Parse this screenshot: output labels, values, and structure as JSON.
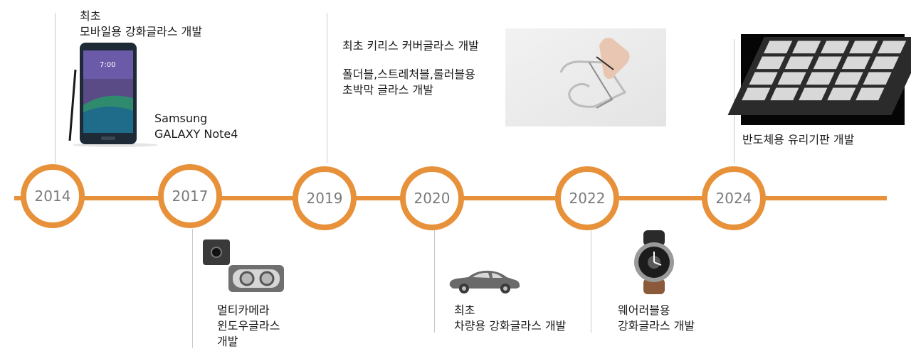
{
  "colors": {
    "accent": "#e8913b",
    "year_text": "#7a7a7a",
    "connector": "#c9c9c9"
  },
  "milestones": [
    {
      "year": "2014",
      "lines": [
        "최초",
        "모바일용 강화글라스 개발"
      ],
      "image_label": [
        "Samsung",
        "GALAXY Note4"
      ]
    },
    {
      "year": "2017",
      "lines": [
        "멀티카메라",
        "윈도우글라스",
        "개발"
      ]
    },
    {
      "year": "2019",
      "lines": [
        "최초 키리스 커버글라스 개발",
        "",
        "폴더블,스트레처블,롤러블용",
        "초박막 글라스 개발"
      ]
    },
    {
      "year": "2020",
      "lines": [
        "최초",
        "차량용 강화글라스 개발"
      ]
    },
    {
      "year": "2022",
      "lines": [
        "웨어러블용",
        "강화글라스 개발"
      ]
    },
    {
      "year": "2024",
      "lines": [
        "반도체용 유리기판 개발"
      ]
    }
  ],
  "icons": [
    "smartphone-icon",
    "camera-window-icon",
    "flexible-glass-photo",
    "car-icon",
    "smartwatch-icon",
    "glass-substrate-photo"
  ]
}
